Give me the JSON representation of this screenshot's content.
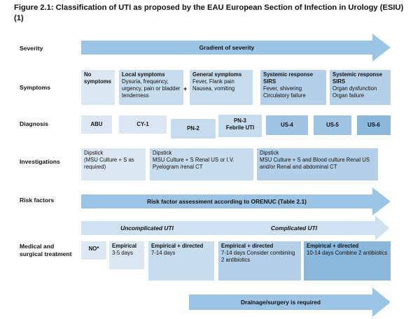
{
  "title": "Figure 2.1: Classification of UTI as proposed by the EAU European Section of Infection in Urology (ESIU) (1)",
  "colors": {
    "arrow": "#9cc4e4",
    "arrow_light": "#cfe1f0",
    "box_light": "#dbe8f3",
    "box_dark": "#8ab7dc"
  },
  "rows": {
    "severity": "Severity",
    "symptoms": "Symptoms",
    "diagnosis": "Diagnosis",
    "investigations": "Investigations",
    "risk": "Risk factors",
    "treatment": "Medical and surgical treatment"
  },
  "severity_arrow": "Gradient of severity",
  "symptoms": [
    {
      "head": "No symptoms",
      "body": ""
    },
    {
      "head": "Local symptoms",
      "body": "Dysuria, frequency, urgency, pain or bladder tenderness"
    },
    {
      "head": "General symptoms",
      "body": "Fever, Flank pain Nausea, vomiting"
    },
    {
      "head": "Systemic response SIRS",
      "body": "Fever, shivering Circulatory failure"
    },
    {
      "head": "Systemic response SIRS",
      "body": "Organ dysfunction Organ failure"
    }
  ],
  "plus": "+",
  "diagnosis": [
    {
      "label": "ABU"
    },
    {
      "label": "CY-1"
    },
    {
      "label": "PN-2"
    },
    {
      "label": "PN-3",
      "sub": "Febrile UTI"
    },
    {
      "label": "US-4"
    },
    {
      "label": "US-5"
    },
    {
      "label": "US-6"
    }
  ],
  "investigations": [
    {
      "head": "Dipstick",
      "body": "(MSU Culture + S as required)"
    },
    {
      "head": "Dipstick",
      "body": "MSU Culture + S Renal US or I.V. Pyelogram /renal CT"
    },
    {
      "head": "Dipstick",
      "body": "MSU Culture + S and Blood culture Renal US  and/or Renal and abdominal CT"
    }
  ],
  "risk_arrow": "Risk factor assessment according to ORENUC (Table 2.1)",
  "uncomplicated": "Uncomplicated UTI",
  "complicated": "Complicated UTI",
  "treatment": [
    {
      "head": "NO*",
      "body": ""
    },
    {
      "head": "Empirical",
      "body": "3-5 days"
    },
    {
      "head": "Empirical + directed",
      "body": "7-14 days"
    },
    {
      "head": "Empirical + directed",
      "body": "7-14 days Consider combining 2 antibiotics"
    },
    {
      "head": "Empirical + directed",
      "body": "10-14 days Combine 2 antibiotics"
    }
  ],
  "drainage_arrow": "Drainage/surgery is required"
}
